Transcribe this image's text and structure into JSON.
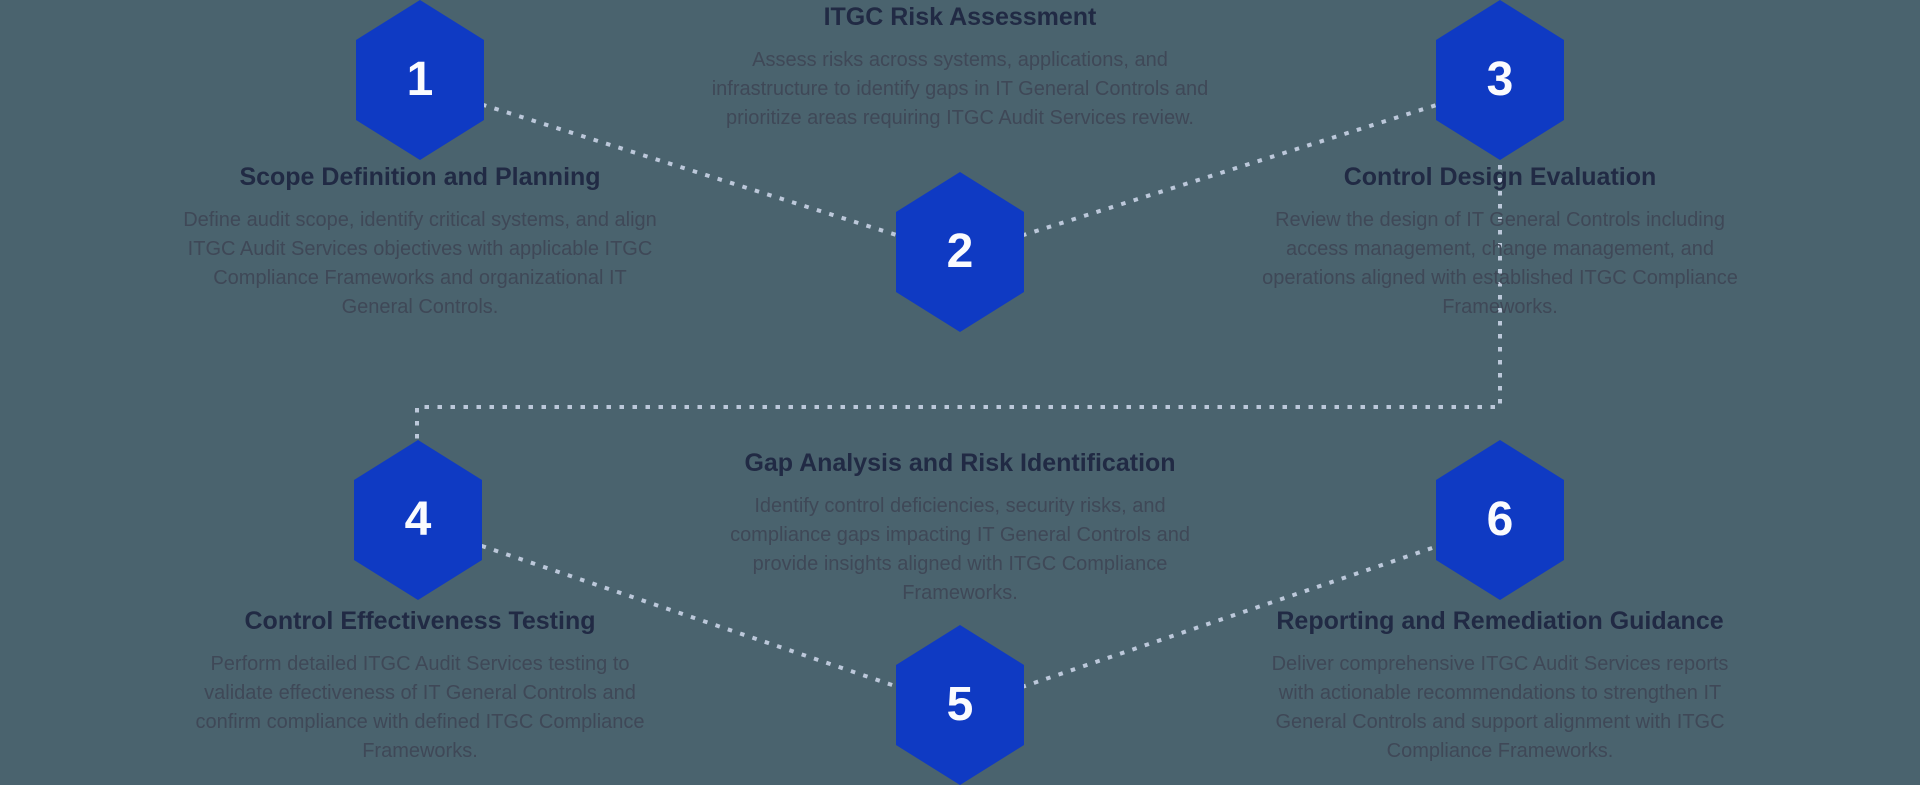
{
  "theme": {
    "background": "#4A636E",
    "hexagon_fill": "#0F3AC3",
    "number_color": "#FAFBFE",
    "title_color": "#212A44",
    "description_color": "#3F4857",
    "connector_color": "#BCC8DA"
  },
  "steps": [
    {
      "number": "1",
      "title": "Scope Definition and Planning",
      "description": "Define audit scope, identify critical systems, and align ITGC Audit Services objectives with applicable ITGC Compliance Frameworks and organizational IT General Controls."
    },
    {
      "number": "2",
      "title": "ITGC Risk Assessment",
      "description": "Assess risks across systems, applications, and infrastructure to identify gaps in IT General Controls and prioritize areas requiring ITGC Audit Services review."
    },
    {
      "number": "3",
      "title": "Control Design Evaluation",
      "description": "Review the design of IT General Controls including access management, change management, and operations aligned with established ITGC Compliance Frameworks."
    },
    {
      "number": "4",
      "title": "Control Effectiveness Testing",
      "description": "Perform detailed ITGC Audit Services testing to validate effectiveness of IT General Controls and confirm compliance with defined ITGC Compliance Frameworks."
    },
    {
      "number": "5",
      "title": "Gap Analysis and Risk Identification",
      "description": "Identify control deficiencies, security risks, and compliance gaps impacting IT General Controls and provide insights aligned with ITGC Compliance Frameworks."
    },
    {
      "number": "6",
      "title": "Reporting and Remediation Guidance",
      "description": "Deliver comprehensive ITGC Audit Services reports with actionable recommendations to strengthen IT General Controls and support alignment with ITGC Compliance Frameworks."
    }
  ]
}
